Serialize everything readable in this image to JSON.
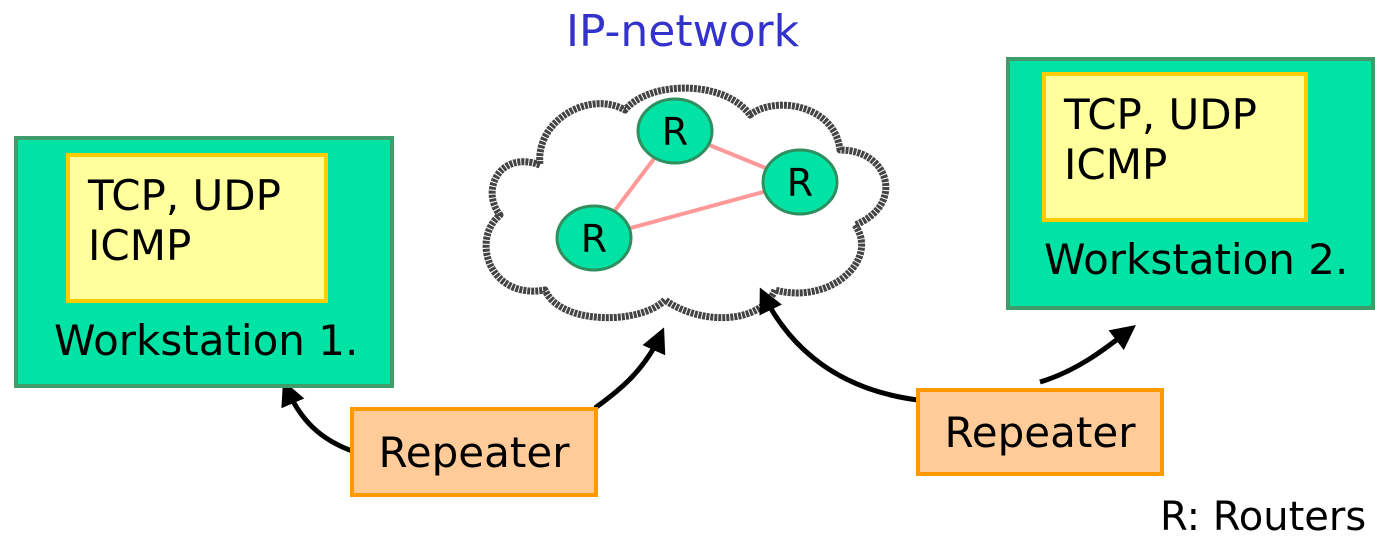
{
  "title": "IP-network",
  "colors": {
    "title": "#3333cc",
    "workstation_fill": "#00e3a4",
    "protocol_fill": "#ffff9b",
    "repeater_fill": "#ffcc99",
    "router_fill": "#00e3a4",
    "router_link": "#ff9999"
  },
  "workstation1": {
    "label": "Workstation 1.",
    "protocols": [
      "TCP, UDP",
      "ICMP"
    ]
  },
  "workstation2": {
    "label": "Workstation 2.",
    "protocols": [
      "TCP, UDP",
      "ICMP"
    ]
  },
  "network": {
    "router_label": "R"
  },
  "repeaters": [
    "Repeater",
    "Repeater"
  ],
  "legend": "R: Routers"
}
